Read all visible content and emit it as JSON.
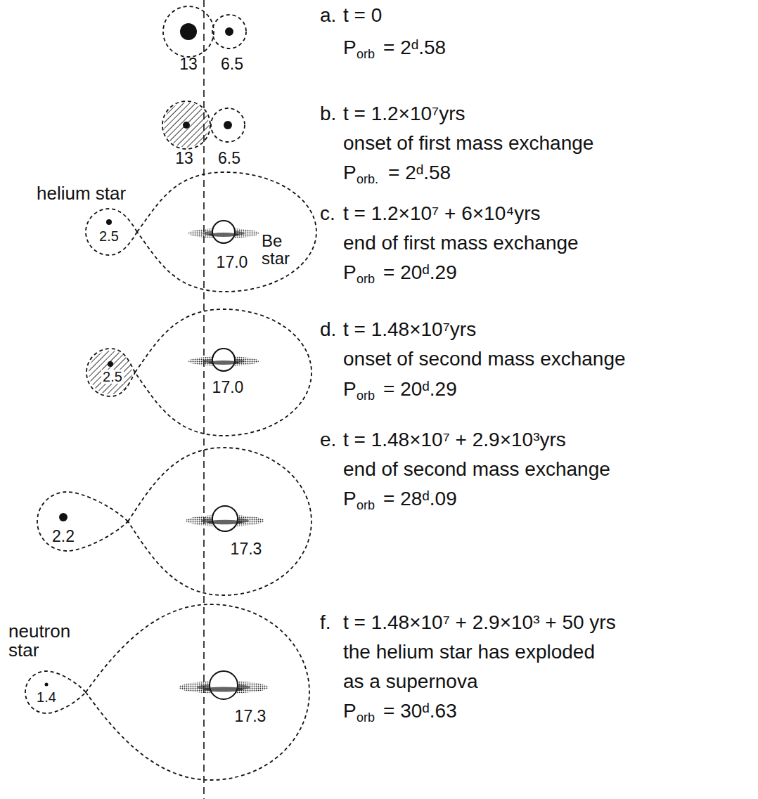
{
  "diagram": {
    "labels": [
      "13",
      "6.5",
      "a.",
      "t = 0",
      "P",
      "orb",
      "= 2ᵈ.58",
      "13",
      "6.5",
      "b.",
      "t = 1.2×10⁷yrs",
      "onset of first mass exchange",
      "P",
      "orb.",
      "= 2ᵈ.58",
      "helium star",
      "2.5",
      "17.0",
      "Be star",
      "c.",
      "t = 1.2×10⁷ + 6×10⁴yrs",
      "end of first mass exchange",
      "P",
      "orb",
      "= 20ᵈ.29",
      "2.5",
      "17.0",
      "d.",
      "t = 1.48×10⁷yrs",
      "onset of second mass exchange",
      "P",
      "orb",
      "= 20ᵈ.29",
      "2.2",
      "17.3",
      "e.",
      "t = 1.48×10⁷ + 2.9×10³yrs",
      "end of second mass exchange",
      "P",
      "orb",
      "= 28ᵈ.09",
      "neutron star",
      "1.4",
      "17.3",
      "f.",
      "t = 1.48×10⁷ + 2.9×10³ + 50 yrs",
      "the helium star has exploded",
      "as a supernova",
      "P",
      "orb",
      "= 30ᵈ.63"
    ]
  }
}
